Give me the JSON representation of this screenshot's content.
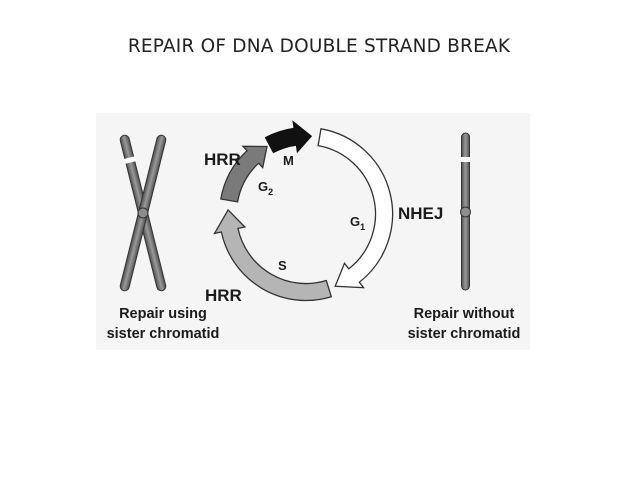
{
  "title": "REPAIR OF DNA DOUBLE STRAND BREAK",
  "diagram": {
    "phases": {
      "m": "M",
      "g2_base": "G",
      "g2_sub": "2",
      "g1_base": "G",
      "g1_sub": "1",
      "s": "S"
    },
    "pathways": {
      "hrr_top": "HRR",
      "hrr_bottom": "HRR",
      "nhej": "NHEJ"
    },
    "captions": {
      "left_line1": "Repair using",
      "left_line2": "sister chromatid",
      "right_line1": "Repair without",
      "right_line2": "sister chromatid"
    },
    "colors": {
      "m_arrow": "#111111",
      "g2_arrow": "#7a7a7a",
      "s_arrow": "#b5b5b5",
      "g1_arrow": "#ffffff",
      "chromosome": "#6e6e6e"
    }
  }
}
